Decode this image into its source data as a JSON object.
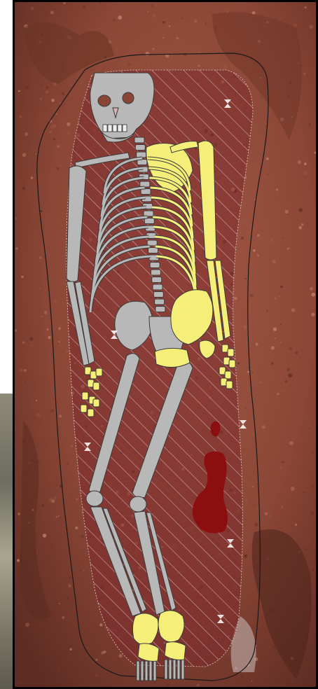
{
  "figure": {
    "kind": "burial-excavation-drawing",
    "colors": {
      "soil_base": "#8e4a38",
      "soil_light": "#b0735f",
      "soil_dark": "#5e2c22",
      "burial_fill": "#7e2a2e",
      "skeleton_gray": "#b8b8b8",
      "skeleton_outline": "#3a3a3a",
      "skeleton_yellow": "#f5ef7a",
      "stain_dark_red": "#8c0f0f",
      "hatch_white": "#e9dede",
      "pit_outline": "#1a1a1a"
    },
    "layers": [
      "soil-photograph",
      "grave-pit-outline",
      "hatched-burial-fill",
      "skeleton-gray-elements",
      "skeleton-yellow-elements",
      "dark-red-stains",
      "marker-symbols"
    ]
  }
}
